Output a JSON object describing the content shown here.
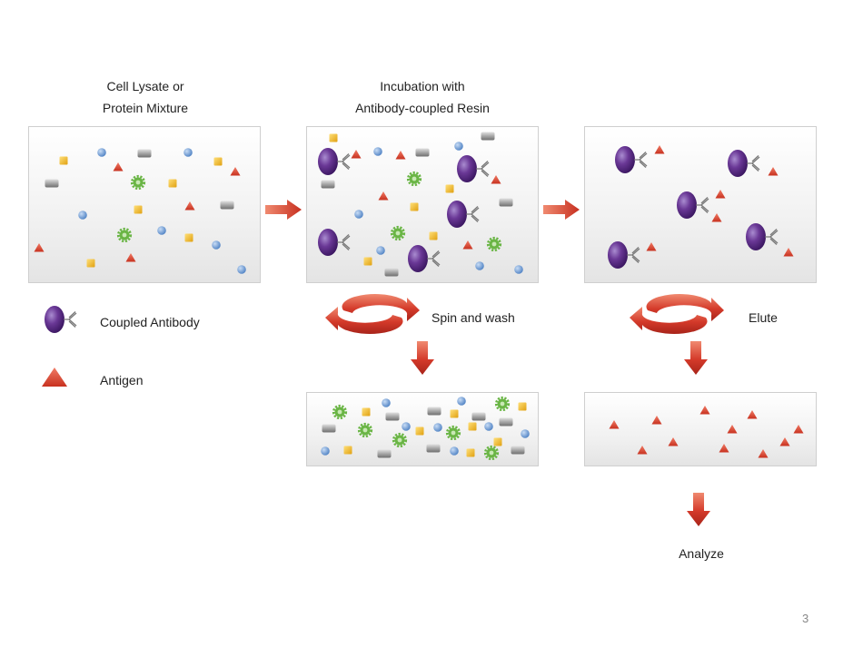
{
  "titles": {
    "lysate_line1": "Cell Lysate or",
    "lysate_line2": "Protein Mixture",
    "incubation_line1": "Incubation with",
    "incubation_line2": "Antibody-coupled Resin"
  },
  "steps": {
    "spin_wash": "Spin and wash",
    "elute": "Elute",
    "analyze": "Analyze"
  },
  "legend": {
    "coupled_antibody": "Coupled Antibody",
    "antigen": "Antigen"
  },
  "page_number": "3",
  "colors": {
    "arrow_red": "#d43a2a",
    "antibody_purple": "#5b2b86",
    "antigen_red": "#d9402f",
    "yellow_square": "#f2b92a",
    "blue_dot": "#6c9bd4",
    "green_gear": "#6ab545",
    "gray_block": "#9a9a9a"
  }
}
